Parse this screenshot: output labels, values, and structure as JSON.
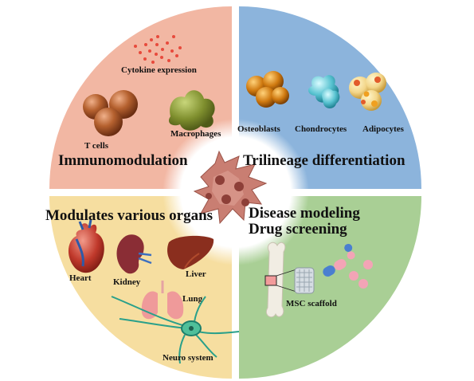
{
  "quadrants": {
    "top_left": {
      "title": "Immunomodulation",
      "labels": {
        "cytokine": "Cytokine expression",
        "tcells": "T cells",
        "macrophages": "Macrophages"
      },
      "color": "#f2b7a3"
    },
    "top_right": {
      "title": "Trilineage differentiation",
      "labels": {
        "osteoblasts": "Osteoblasts",
        "chondrocytes": "Chondrocytes",
        "adipocytes": "Adipocytes"
      },
      "color": "#8cb4dc"
    },
    "bottom_left": {
      "title": "Modulates various organs",
      "labels": {
        "heart": "Heart",
        "kidney": "Kidney",
        "liver": "Liver",
        "lung": "Lung",
        "neuro": "Neuro system"
      },
      "color": "#f6dea0"
    },
    "bottom_right": {
      "title_line1": "Disease modeling",
      "title_line2": "Drug screening",
      "labels": {
        "scaffold": "MSC scaffold"
      },
      "color": "#a9cf95"
    }
  },
  "center": {
    "icon": "msc-cell-cluster-icon",
    "color": "#ffffff"
  }
}
